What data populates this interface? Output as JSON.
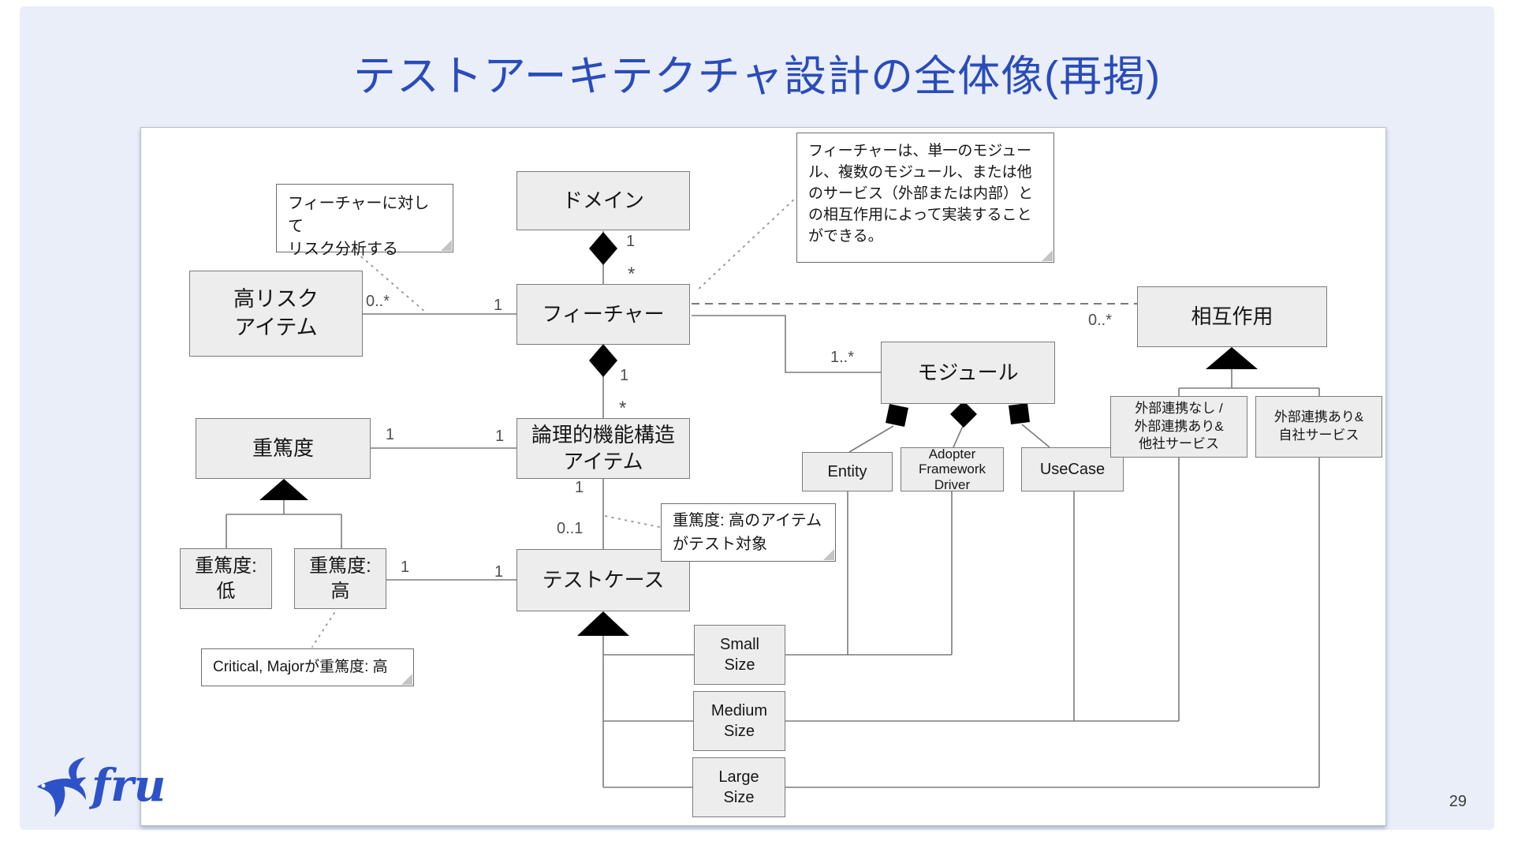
{
  "slide": {
    "title": "テストアーキテクチャ設計の全体像(再掲)",
    "page_number": "29",
    "title_color": "#2a4cba",
    "logo": {
      "text": "fru",
      "color": "#2d52c8",
      "icon": "swallow-logo-icon"
    }
  },
  "diagram": {
    "nodes": {
      "domain": "ドメイン",
      "feature": "フィーチャー",
      "high_risk_item": "高リスク\nアイテム",
      "severity": "重篤度",
      "severity_low": "重篤度:\n低",
      "severity_high": "重篤度:\n高",
      "logical_functional_item": "論理的機能構造\nアイテム",
      "test_case": "テストケース",
      "module": "モジュール",
      "entity": "Entity",
      "adopter_framework_driver": "Adopter\nFramework\nDriver",
      "usecase": "UseCase",
      "interaction": "相互作用",
      "external_none_or_other": "外部連携なし /\n外部連携あり&\n他社サービス",
      "external_own": "外部連携あり&\n自社サービス",
      "small_size": "Small\nSize",
      "medium_size": "Medium\nSize",
      "large_size": "Large\nSize"
    },
    "notes": {
      "risk_analysis": "フィーチャーに対して\nリスク分析する",
      "feature_impl": "フィーチャーは、単一のモジュー\nル、複数のモジュール、または他\nのサービス（外部または内部）と\nの相互作用によって実装すること\nができる。",
      "test_target": "重篤度: 高のアイテム\nがテスト対象",
      "critical_major": "Critical, Majorが重篤度: 高"
    },
    "multiplicities": {
      "domain_side": "1",
      "feature_top": "*",
      "high_risk_side": "0..*",
      "feature_left": "1",
      "feature_bottom": "1",
      "logical_top": "*",
      "module_side": "1..*",
      "interaction_side": "0..*",
      "severity_side": "1",
      "logical_left": "1",
      "logical_bottom": "1",
      "test_case_top": "0..1",
      "severity_high_side": "1",
      "test_case_left": "1"
    }
  }
}
